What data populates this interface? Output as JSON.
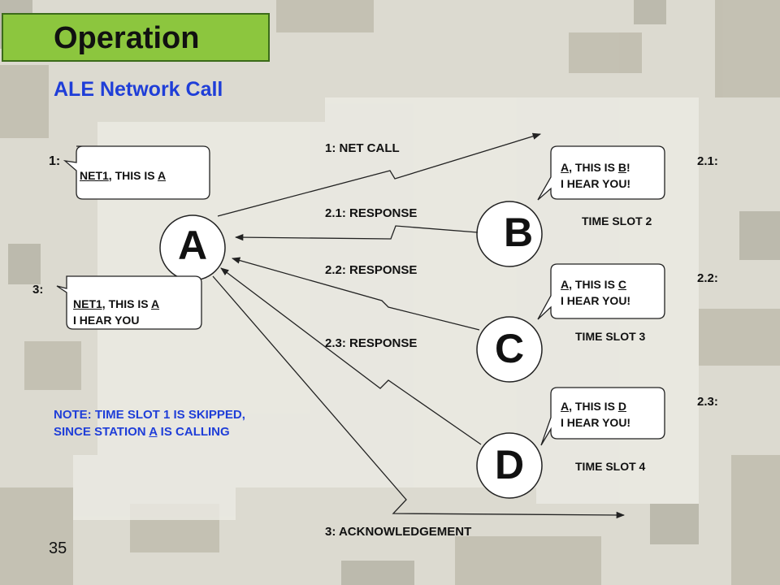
{
  "title": "Operation",
  "subtitle": "ALE Network Call",
  "page_number": "35",
  "stations": {
    "a": "A",
    "b": "B",
    "c": "C",
    "d": "D"
  },
  "arrows": {
    "net_call": "1: NET CALL",
    "resp_b": "2.1: RESPONSE",
    "resp_c": "2.2: RESPONSE",
    "resp_d": "2.3: RESPONSE",
    "ack": "3: ACKNOWLEDGEMENT"
  },
  "step_labels": {
    "s1": "1:",
    "s3": "3:",
    "s21": "2.1:",
    "s22": "2.2:",
    "s23": "2.3:"
  },
  "time_slots": {
    "b": "TIME SLOT 2",
    "c": "TIME SLOT 3",
    "d": "TIME SLOT 4"
  },
  "bubbles": {
    "a_call": {
      "net": "NET1",
      "mid": ", THIS IS ",
      "station": "A"
    },
    "a_ack": {
      "net": "NET1,",
      "mid": " THIS IS ",
      "station": "A",
      "line2": "I HEAR YOU"
    },
    "b": {
      "station": "A",
      "mid": ", THIS IS ",
      "self": "B",
      "end": "!",
      "line2": "I HEAR YOU!"
    },
    "c": {
      "station": "A",
      "mid": ", THIS IS ",
      "self": "C",
      "line2": "I HEAR YOU!"
    },
    "d": {
      "station": "A",
      "mid": ", THIS IS ",
      "self": "D",
      "line2": "I HEAR YOU!"
    }
  },
  "note": {
    "line1": "NOTE:  TIME SLOT 1 IS SKIPPED,",
    "line2_pre": "SINCE STATION ",
    "line2_station": "A",
    "line2_post": " IS CALLING"
  },
  "colors": {
    "title_bg": "#8cc63e",
    "accent_blue": "#1f3ed8",
    "line": "#222222"
  }
}
